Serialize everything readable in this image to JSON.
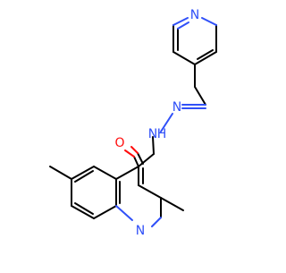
{
  "molecule": {
    "atom_labels": {
      "pyridine_n": "N",
      "hydrazone_n1": "N",
      "hydrazone_n2": "N",
      "amide_h": "H",
      "carbonyl_o": "O",
      "quinoline_n": "N"
    },
    "colors": {
      "bond": "#000000",
      "nitrogen": "#3050F8",
      "oxygen": "#FF0D0D",
      "background": "#FFFFFF"
    }
  }
}
